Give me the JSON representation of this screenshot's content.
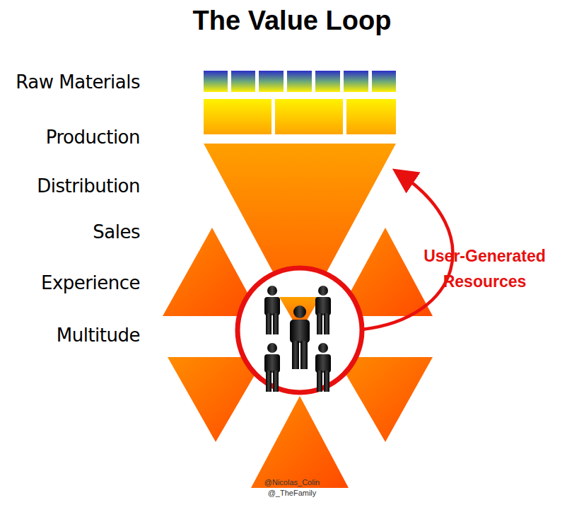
{
  "diagram": {
    "title": "The Value Loop",
    "labels": [
      "Raw Materials",
      "Production",
      "Distribution",
      "Sales",
      "Experience",
      "Multitude",
      "User-Generated Resources",
      "@Nicolas_Colin",
      "@_TheFamily"
    ]
  }
}
